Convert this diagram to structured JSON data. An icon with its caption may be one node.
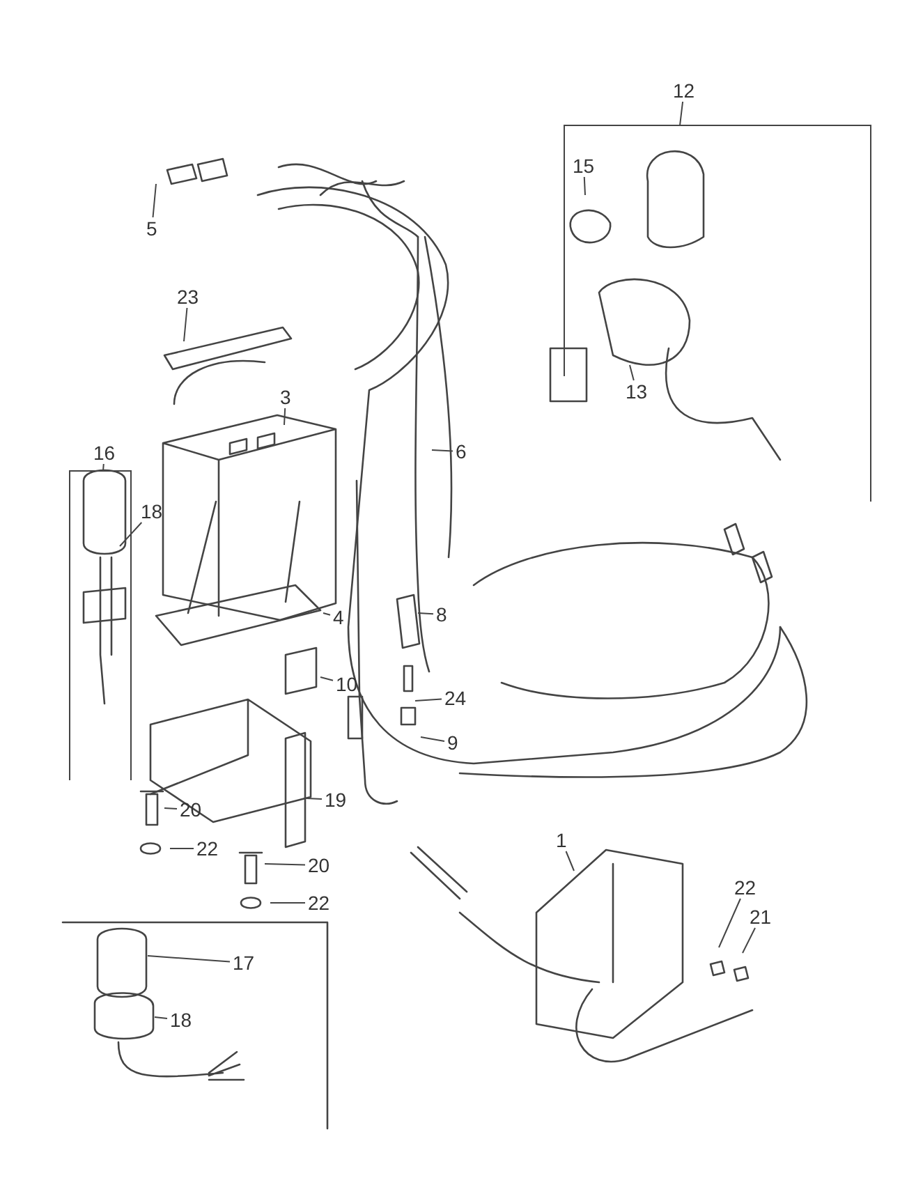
{
  "diagram": {
    "nodes": [
      {
        "text": [
          "12"
        ]
      },
      {
        "text": [
          "15"
        ]
      },
      {
        "text": [
          "5"
        ]
      },
      {
        "text": [
          "23"
        ]
      },
      {
        "text": [
          "13"
        ]
      },
      {
        "text": [
          "3"
        ]
      },
      {
        "text": [
          "16"
        ]
      },
      {
        "text": [
          "6"
        ]
      },
      {
        "text": [
          "18"
        ]
      },
      {
        "text": [
          "8"
        ]
      },
      {
        "text": [
          "4"
        ]
      },
      {
        "text": [
          "10"
        ]
      },
      {
        "text": [
          "24"
        ]
      },
      {
        "text": [
          "9"
        ]
      },
      {
        "text": [
          "19"
        ]
      },
      {
        "text": [
          "20"
        ]
      },
      {
        "text": [
          "22"
        ]
      },
      {
        "text": [
          "20"
        ]
      },
      {
        "text": [
          "22"
        ]
      },
      {
        "text": [
          "1"
        ]
      },
      {
        "text": [
          "22"
        ]
      },
      {
        "text": [
          "21"
        ]
      },
      {
        "text": [
          "17"
        ]
      },
      {
        "text": [
          "18"
        ]
      }
    ],
    "edges": [
      {
        "from": 0,
        "to": null,
        "arrow": "none"
      },
      {
        "from": 1,
        "to": null,
        "arrow": "none"
      },
      {
        "from": 2,
        "to": null,
        "arrow": "none"
      },
      {
        "from": 3,
        "to": null,
        "arrow": "none"
      },
      {
        "from": 4,
        "to": null,
        "arrow": "none"
      },
      {
        "from": 5,
        "to": null,
        "arrow": "none"
      },
      {
        "from": 6,
        "to": null,
        "arrow": "none"
      },
      {
        "from": 7,
        "to": null,
        "arrow": "none"
      },
      {
        "from": 8,
        "to": null,
        "arrow": "none"
      },
      {
        "from": 9,
        "to": null,
        "arrow": "none"
      },
      {
        "from": 10,
        "to": null,
        "arrow": "none"
      },
      {
        "from": 11,
        "to": null,
        "arrow": "none"
      },
      {
        "from": 12,
        "to": null,
        "arrow": "none"
      },
      {
        "from": 13,
        "to": null,
        "arrow": "none"
      },
      {
        "from": 14,
        "to": null,
        "arrow": "none"
      },
      {
        "from": 15,
        "to": null,
        "arrow": "none"
      },
      {
        "from": 16,
        "to": null,
        "arrow": "none"
      },
      {
        "from": 17,
        "to": null,
        "arrow": "none"
      },
      {
        "from": 18,
        "to": null,
        "arrow": "none"
      },
      {
        "from": 19,
        "to": null,
        "arrow": "none"
      },
      {
        "from": 20,
        "to": null,
        "arrow": "none"
      },
      {
        "from": 21,
        "to": null,
        "arrow": "none"
      },
      {
        "from": 22,
        "to": null,
        "arrow": "none"
      },
      {
        "from": 23,
        "to": null,
        "arrow": "none"
      }
    ]
  }
}
